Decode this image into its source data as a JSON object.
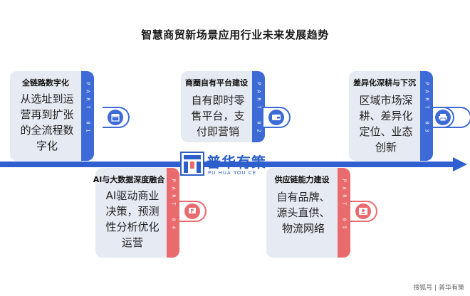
{
  "title": "智慧商贸新场景应用行业未来发展趋势",
  "logo": {
    "name": "普华有策",
    "subtitle": "PU HUA YOU CE"
  },
  "footer": "搜狐号 | 普华有策",
  "colors": {
    "blue": "#3d6ad6",
    "red": "#ea6b6e",
    "card": "#e6eaf2",
    "timeline": "#2f5fd1"
  },
  "cards": [
    {
      "title": "全链路数字化",
      "text": "从选址到运营再到扩张的全流程数字化",
      "part": "PART 01",
      "icon": "shop-icon",
      "color": "blue"
    },
    {
      "title": "商圈自有平台建设",
      "text": "自有即时零售平台，支付即营销",
      "part": "PART 02",
      "icon": "wallet-icon",
      "color": "blue"
    },
    {
      "title": "差异化深耕与下沉",
      "text": "区域市场深耕、差异化定位、业态创新",
      "part": "PART 03",
      "icon": "printer-icon",
      "color": "blue"
    },
    {
      "title": "AI与大数据深度融合",
      "text": "AI驱动商业决策，预测性分析优化运营",
      "part": "PART 04",
      "icon": "presentation-icon",
      "color": "red"
    },
    {
      "title": "供应链能力建设",
      "text": "自有品牌、源头直供、物流网络",
      "part": "PART 05",
      "icon": "user-card-icon",
      "color": "red"
    }
  ]
}
